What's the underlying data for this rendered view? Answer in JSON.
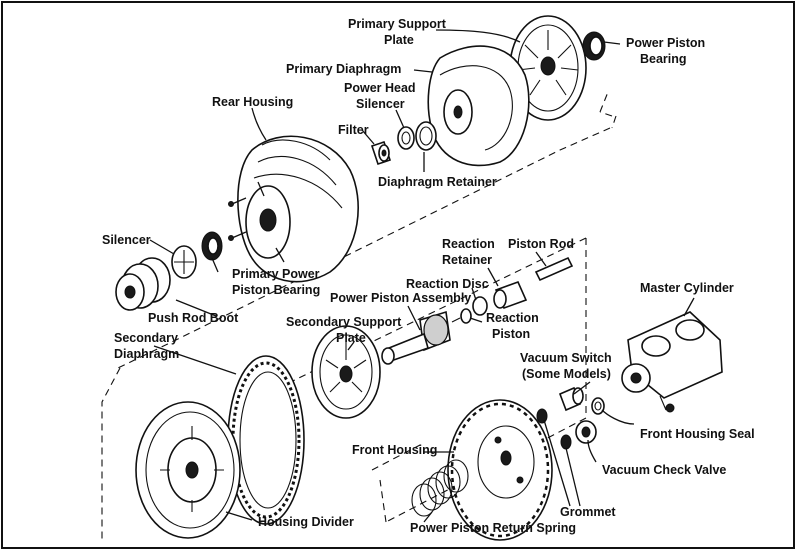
{
  "labels": {
    "primary_support_plate_1": "Primary Support",
    "primary_support_plate_2": "Plate",
    "power_piston_bearing_1": "Power Piston",
    "power_piston_bearing_2": "Bearing",
    "primary_diaphragm": "Primary Diaphragm",
    "power_head_silencer_1": "Power Head",
    "power_head_silencer_2": "Silencer",
    "rear_housing": "Rear Housing",
    "filter": "Filter",
    "diaphragm_retainer": "Diaphragm Retainer",
    "reaction_retainer_1": "Reaction",
    "reaction_retainer_2": "Retainer",
    "piston_rod": "Piston Rod",
    "silencer": "Silencer",
    "primary_power_piston_bearing_1": "Primary Power",
    "primary_power_piston_bearing_2": "Piston Bearing",
    "reaction_disc": "Reaction Disc",
    "master_cylinder": "Master Cylinder",
    "power_piston_assembly": "Power Piston Assembly",
    "push_rod_boot": "Push Rod Boot",
    "reaction_piston_1": "Reaction",
    "reaction_piston_2": "Piston",
    "secondary_support_plate_1": "Secondary Support",
    "secondary_support_plate_2": "Plate",
    "secondary_diaphragm_1": "Secondary",
    "secondary_diaphragm_2": "Diaphragm",
    "vacuum_switch_1": "Vacuum Switch",
    "vacuum_switch_2": "(Some Models)",
    "front_housing_seal": "Front Housing Seal",
    "front_housing": "Front Housing",
    "vacuum_check_valve": "Vacuum Check Valve",
    "grommet": "Grommet",
    "housing_divider": "Housing Divider",
    "power_piston_return_spring": "Power Piston Return Spring"
  }
}
